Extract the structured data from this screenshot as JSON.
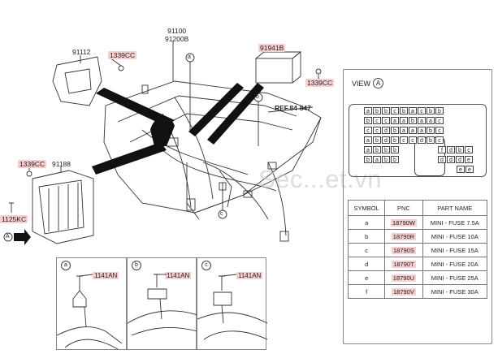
{
  "callouts": {
    "c91112": "91112",
    "c1339cc_top": "1339CC",
    "c91100": "91100",
    "c91200b": "91200B",
    "c91941b": "91941B",
    "c1339cc_right": "1339CC",
    "ref": "REF.84-847",
    "c1339cc_left": "1339CC",
    "c91188": "91188",
    "c1125kc": "1125KC",
    "marker_a": "a",
    "marker_b": "b",
    "marker_c": "c",
    "marker_A": "A"
  },
  "view": {
    "label": "VIEW",
    "circle": "A"
  },
  "fuse_rows": [
    [
      "a",
      "b",
      "b",
      "c",
      "b",
      "a",
      "c",
      "b",
      "b"
    ],
    [
      "b",
      "c",
      "c",
      "a",
      "a",
      "b",
      "a",
      "a",
      "c"
    ],
    [
      "c",
      "c",
      "d",
      "b",
      "a",
      "a",
      "a",
      "b",
      "c"
    ],
    [
      "a",
      "b",
      "d",
      "b",
      "c",
      "c",
      "d",
      "b",
      "c"
    ],
    [
      "a",
      "b",
      "b",
      "b",
      "f",
      "d",
      "b",
      "c"
    ],
    [
      "b",
      "a",
      "b",
      "b",
      "d",
      "d",
      "d",
      "e"
    ],
    [
      "e",
      "e"
    ]
  ],
  "legend": {
    "headers": [
      "SYMBOL",
      "PNC",
      "PART NAME"
    ],
    "rows": [
      {
        "symbol": "a",
        "pnc": "18790W",
        "name": "MINI - FUSE 7.5A"
      },
      {
        "symbol": "b",
        "pnc": "18790R",
        "name": "MINI - FUSE 10A"
      },
      {
        "symbol": "c",
        "pnc": "18790S",
        "name": "MINI - FUSE 15A"
      },
      {
        "symbol": "d",
        "pnc": "18790T",
        "name": "MINI - FUSE 20A"
      },
      {
        "symbol": "e",
        "pnc": "18790U",
        "name": "MINI - FUSE 25A"
      },
      {
        "symbol": "f",
        "pnc": "18790V",
        "name": "MINI - FUSE 30A"
      }
    ]
  },
  "details": [
    {
      "letter": "a",
      "part": "1141AN"
    },
    {
      "letter": "b",
      "part": "1141AN"
    },
    {
      "letter": "c",
      "part": "1141AN"
    }
  ],
  "watermark": "Sec...et.vn"
}
